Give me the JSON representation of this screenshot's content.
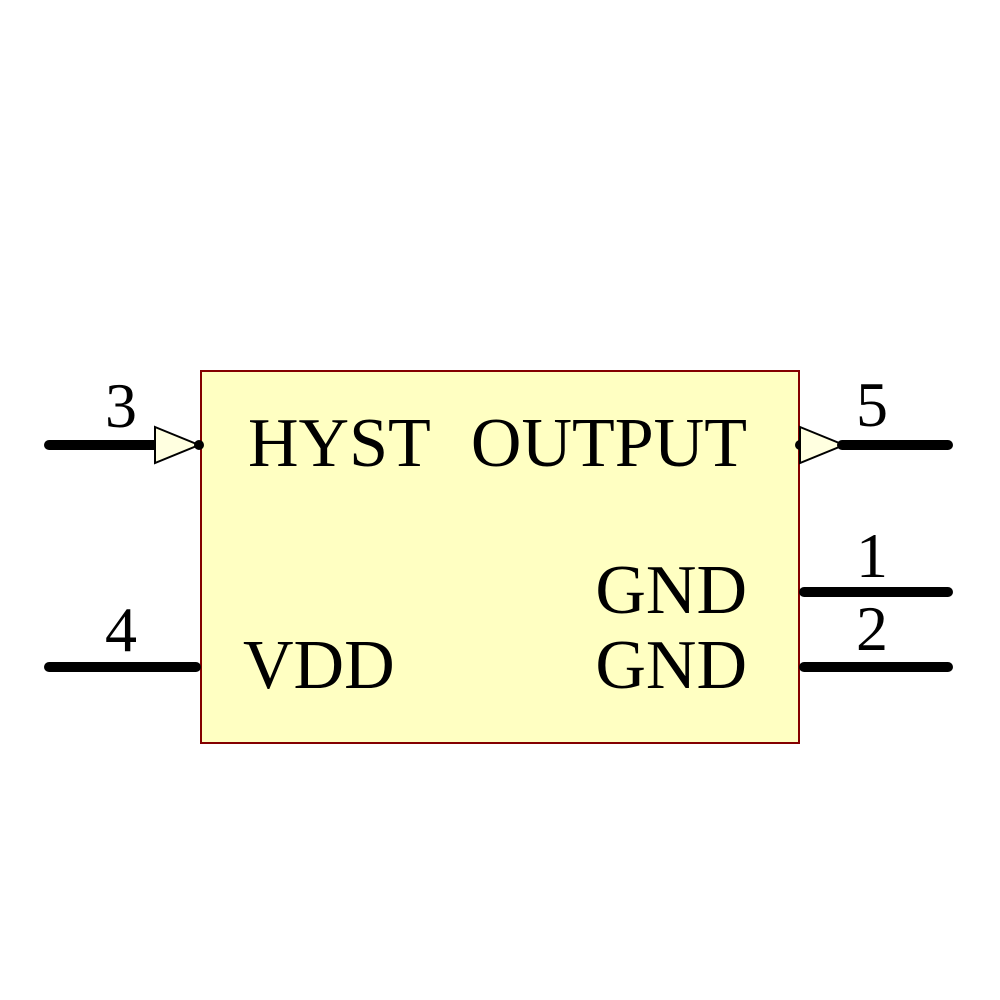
{
  "diagram_type": "schematic-symbol",
  "component": {
    "colors": {
      "background": "#FFFFFF",
      "body_fill": "#FFFFC2",
      "body_border": "#840000",
      "pin_wire": "#000000",
      "text": "#000000",
      "arrow_fill": "#FFFFE0",
      "arrow_stroke": "#000000"
    },
    "pins": [
      {
        "number": "3",
        "name": "HYST",
        "side": "left",
        "style": "input-arrow"
      },
      {
        "number": "4",
        "name": "VDD",
        "side": "left",
        "style": "plain"
      },
      {
        "number": "5",
        "name": "OUTPUT",
        "side": "right",
        "style": "output-arrow"
      },
      {
        "number": "1",
        "name": "GND",
        "side": "right",
        "style": "plain"
      },
      {
        "number": "2",
        "name": "GND",
        "side": "right",
        "style": "plain"
      }
    ]
  }
}
